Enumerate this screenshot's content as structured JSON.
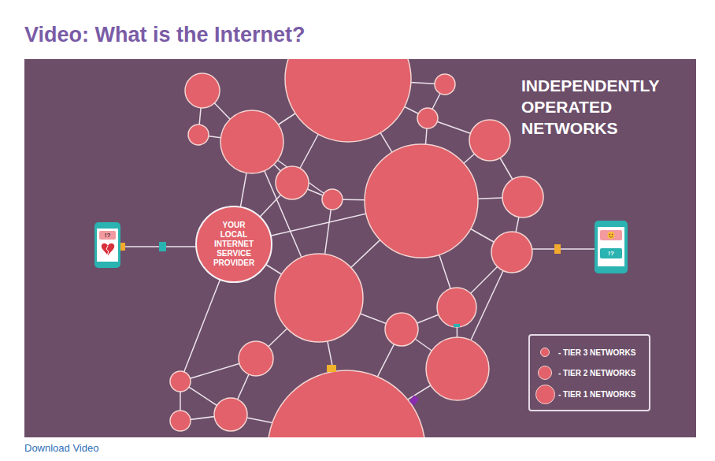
{
  "diagram": {
    "title": "Video: What is the Internet?",
    "nodes": [
      {
        "text": [
          "YOUR LOCAL INTERNET SERVICE PROVIDER"
        ]
      }
    ],
    "labels": [
      "INDEPENDENTLY OPERATED NETWORKS",
      "!?",
      "!?",
      "Download Video"
    ],
    "legend": [
      {
        "text": "- TIER 3 NETWORKS",
        "color": "#e2616b"
      },
      {
        "text": "- TIER 2 NETWORKS",
        "color": "#e2616b"
      },
      {
        "text": "- TIER 1 NETWORKS",
        "color": "#e2616b"
      }
    ]
  }
}
